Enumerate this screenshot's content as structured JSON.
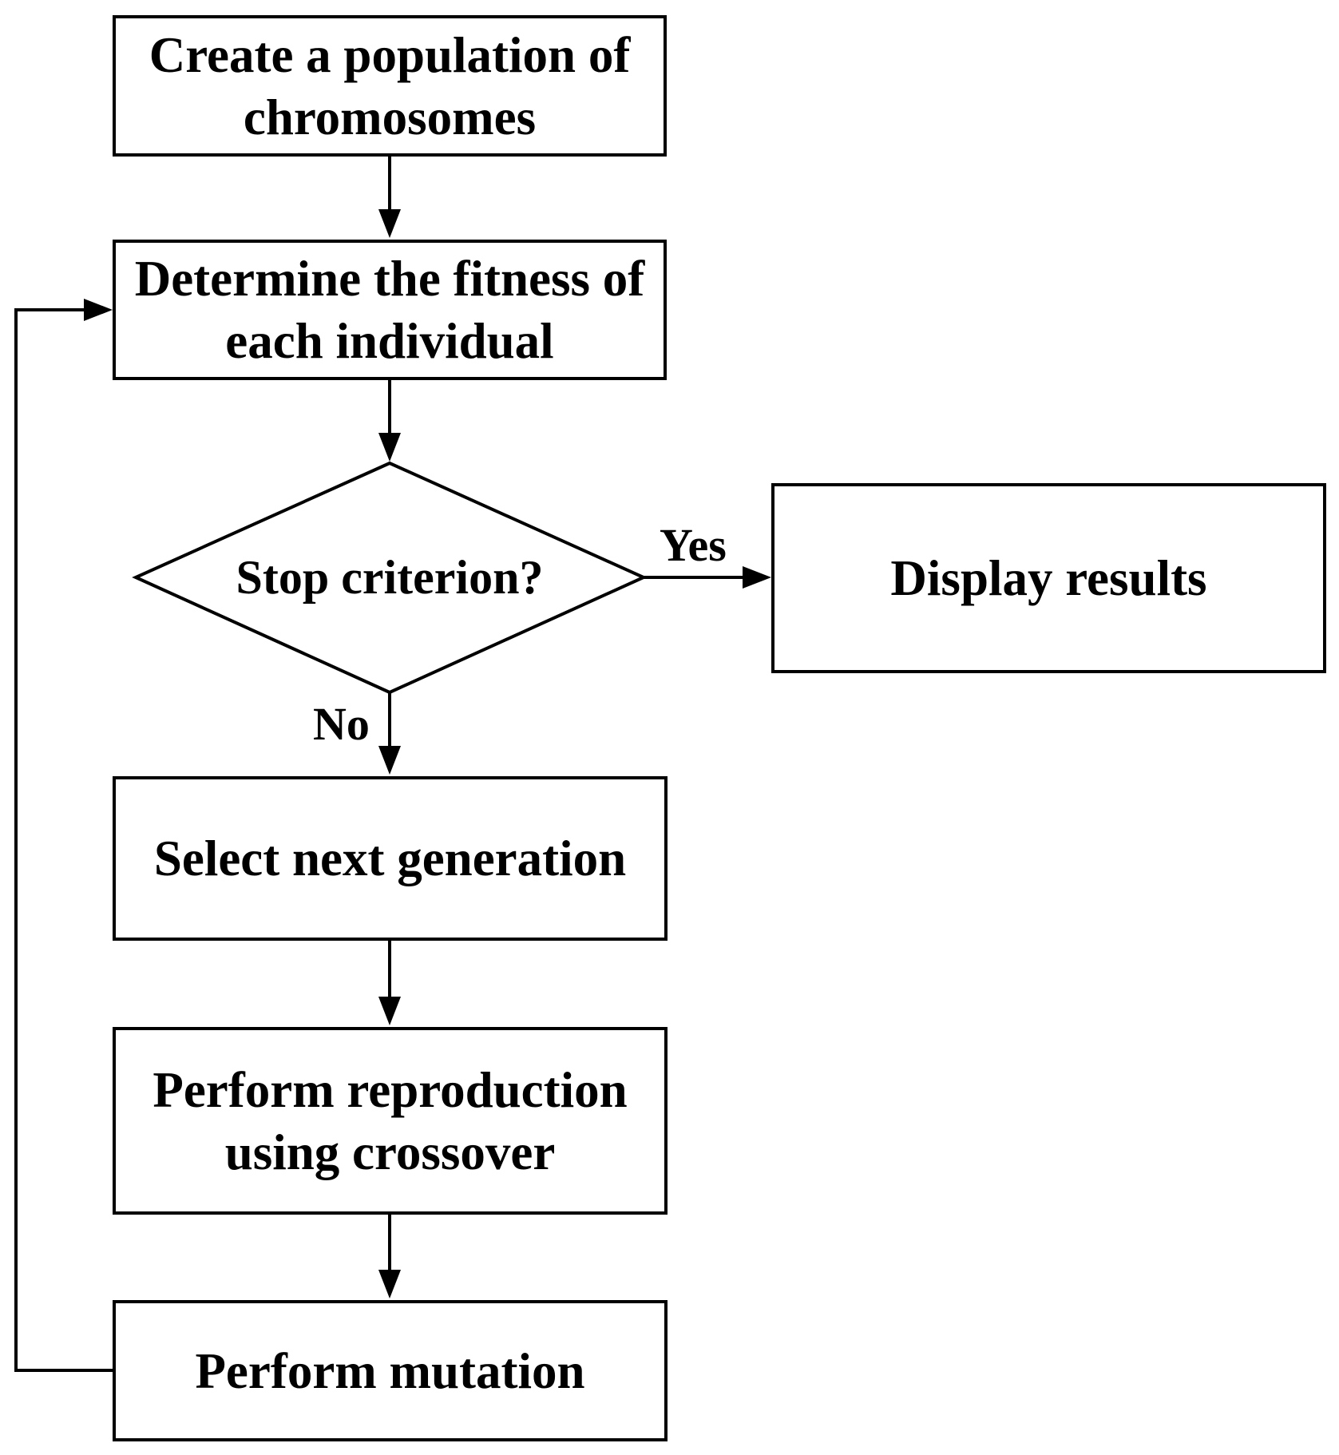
{
  "nodes": {
    "create_population": {
      "line1": "Create a population of",
      "line2": "chromosomes"
    },
    "determine_fitness": {
      "line1": "Determine the fitness of",
      "line2": "each individual"
    },
    "stop_criterion": {
      "label": "Stop criterion?"
    },
    "display_results": {
      "label": "Display results"
    },
    "select_next": {
      "label": "Select next generation"
    },
    "reproduction": {
      "line1": "Perform reproduction",
      "line2": "using crossover"
    },
    "mutation": {
      "label": "Perform mutation"
    }
  },
  "edges": {
    "yes_label": "Yes",
    "no_label": "No"
  },
  "colors": {
    "stroke": "#000000",
    "background": "#ffffff"
  }
}
